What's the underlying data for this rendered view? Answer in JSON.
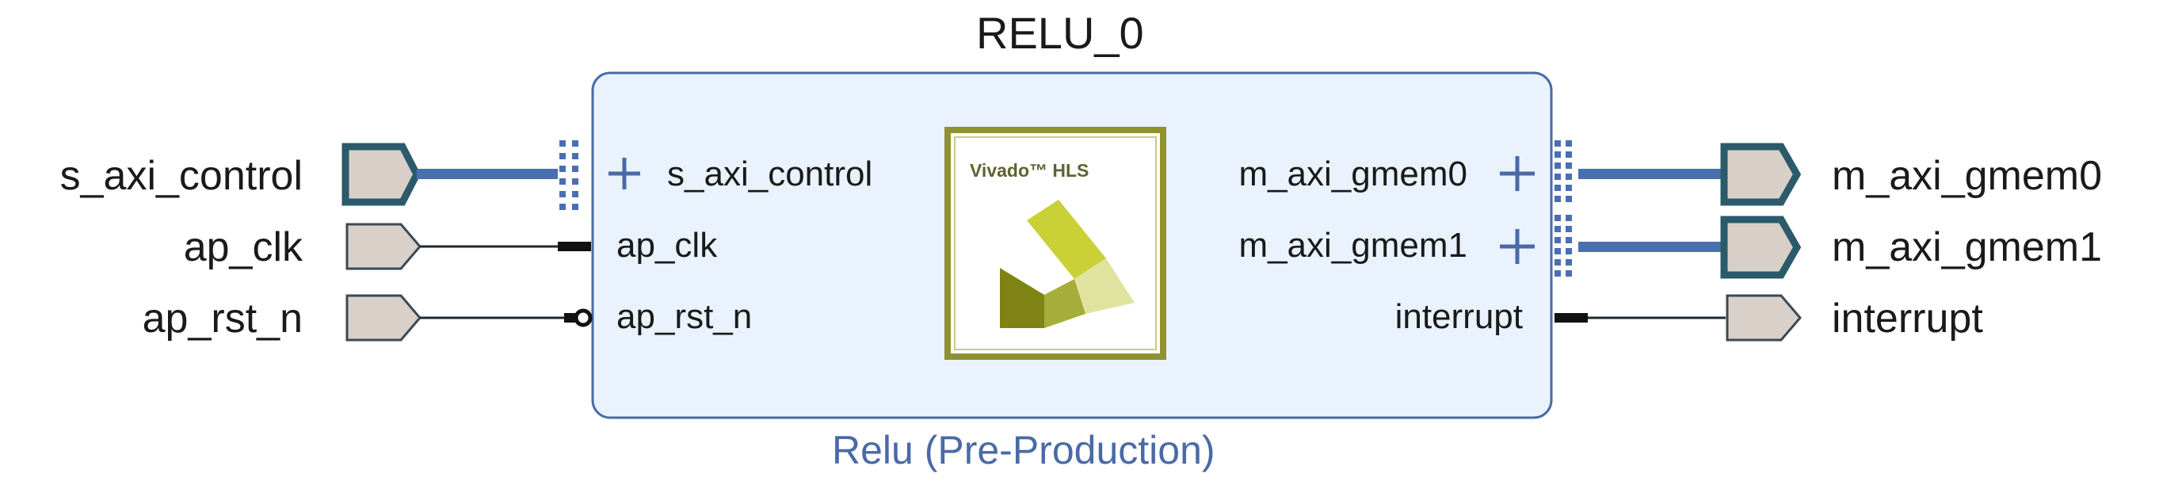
{
  "block": {
    "instance_name": "RELU_0",
    "ip_name": "Relu (Pre-Production)",
    "logo_text": "Vivado™ HLS"
  },
  "external_ports": {
    "left": [
      {
        "name": "s_axi_control",
        "kind": "bus"
      },
      {
        "name": "ap_clk",
        "kind": "signal"
      },
      {
        "name": "ap_rst_n",
        "kind": "signal"
      }
    ],
    "right": [
      {
        "name": "m_axi_gmem0",
        "kind": "bus"
      },
      {
        "name": "m_axi_gmem1",
        "kind": "bus"
      },
      {
        "name": "interrupt",
        "kind": "signal"
      }
    ]
  },
  "pins": {
    "left": [
      {
        "name": "s_axi_control",
        "expandable": true
      },
      {
        "name": "ap_clk",
        "expandable": false
      },
      {
        "name": "ap_rst_n",
        "expandable": false,
        "active_low": true
      }
    ],
    "right": [
      {
        "name": "m_axi_gmem0",
        "expandable": true
      },
      {
        "name": "m_axi_gmem1",
        "expandable": true
      },
      {
        "name": "interrupt",
        "expandable": false
      }
    ]
  },
  "colors": {
    "block_fill": "#eaf3fd",
    "block_border": "#4a6aa6",
    "bus_line": "#4a6fb0",
    "bus_port_fill": "#d8cfc9",
    "bus_port_border": "#2b5a6a",
    "signal_port_fill": "#d9d0ca",
    "signal_port_border": "#3b4a55",
    "logo_border": "#8f9132",
    "logo_bg": "#ffffff"
  }
}
